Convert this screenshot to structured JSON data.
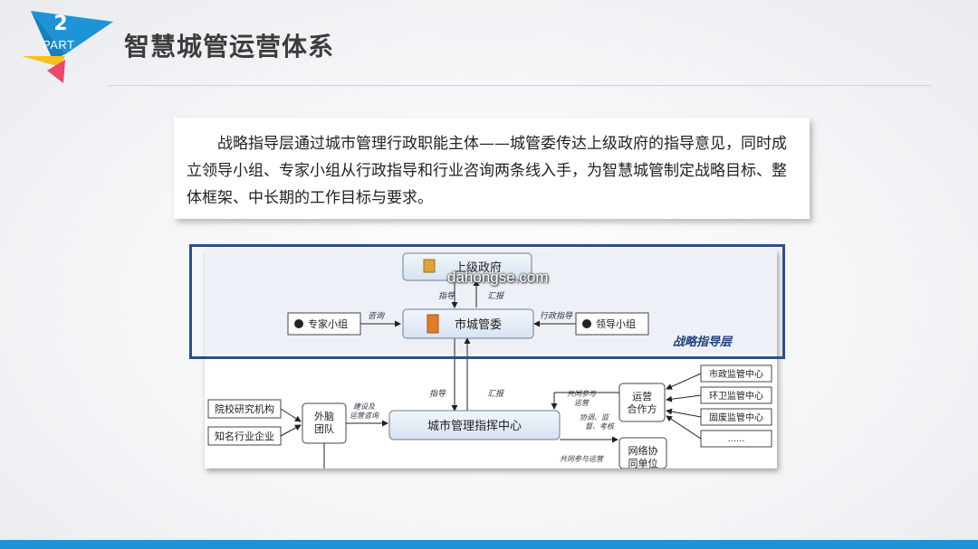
{
  "header": {
    "part_number": "2",
    "part_label": "PART",
    "title": "智慧城管运营体系",
    "colors": {
      "badge_blue": "#1d94d6",
      "accent_yellow": "#f7c21e",
      "accent_pink": "#e8496d"
    }
  },
  "intro": {
    "text": "战略指导层通过城市管理行政职能主体——城管委传达上级政府的指导意见，同时成立领导小组、专家小组从行政指导和行业咨询两条线入手，为智慧城管制定战略目标、整体框架、中长期的工作目标与要求。"
  },
  "watermark": "dahongse.com",
  "diagram": {
    "layer_label": "战略指导层",
    "nodes": {
      "superior_gov": "上级政府",
      "city_committee": "市城管委",
      "expert_group": "专家小组",
      "leader_group": "领导小组",
      "command_center": "城市管理指挥中心",
      "external_team": "外脑团队",
      "university": "院校研究机构",
      "enterprise": "知名行业企业",
      "ops_partner": "运营合作方",
      "network_unit": "网络协同单位",
      "municipal_center": "市政监管中心",
      "sanitation_center": "环卫监管中心",
      "solid_waste_center": "固废监管中心",
      "more": "......"
    },
    "edge_labels": {
      "guide_top": "指导",
      "report_top": "汇报",
      "consult": "咨询",
      "admin_guide": "行政指导",
      "guide_bottom": "指导",
      "report_bottom": "汇报",
      "suggest_consult": "建设及运营咨询",
      "co_ops_1": "共同参与运营",
      "coordinate": "协调、监督、考核",
      "co_ops_2": "共同参与运营"
    }
  }
}
